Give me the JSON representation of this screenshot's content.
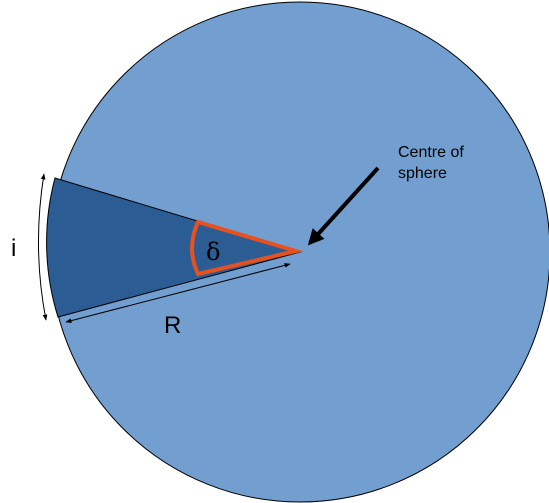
{
  "labels": {
    "arc_length": "i",
    "radius": "R",
    "angle": "δ",
    "centre_line1": "Centre of",
    "centre_line2": "sphere"
  },
  "colors": {
    "sphere_fill": "#729fcf",
    "sector_fill": "#2c5c94",
    "angle_highlight": "#e8501e",
    "outline": "#000000"
  }
}
